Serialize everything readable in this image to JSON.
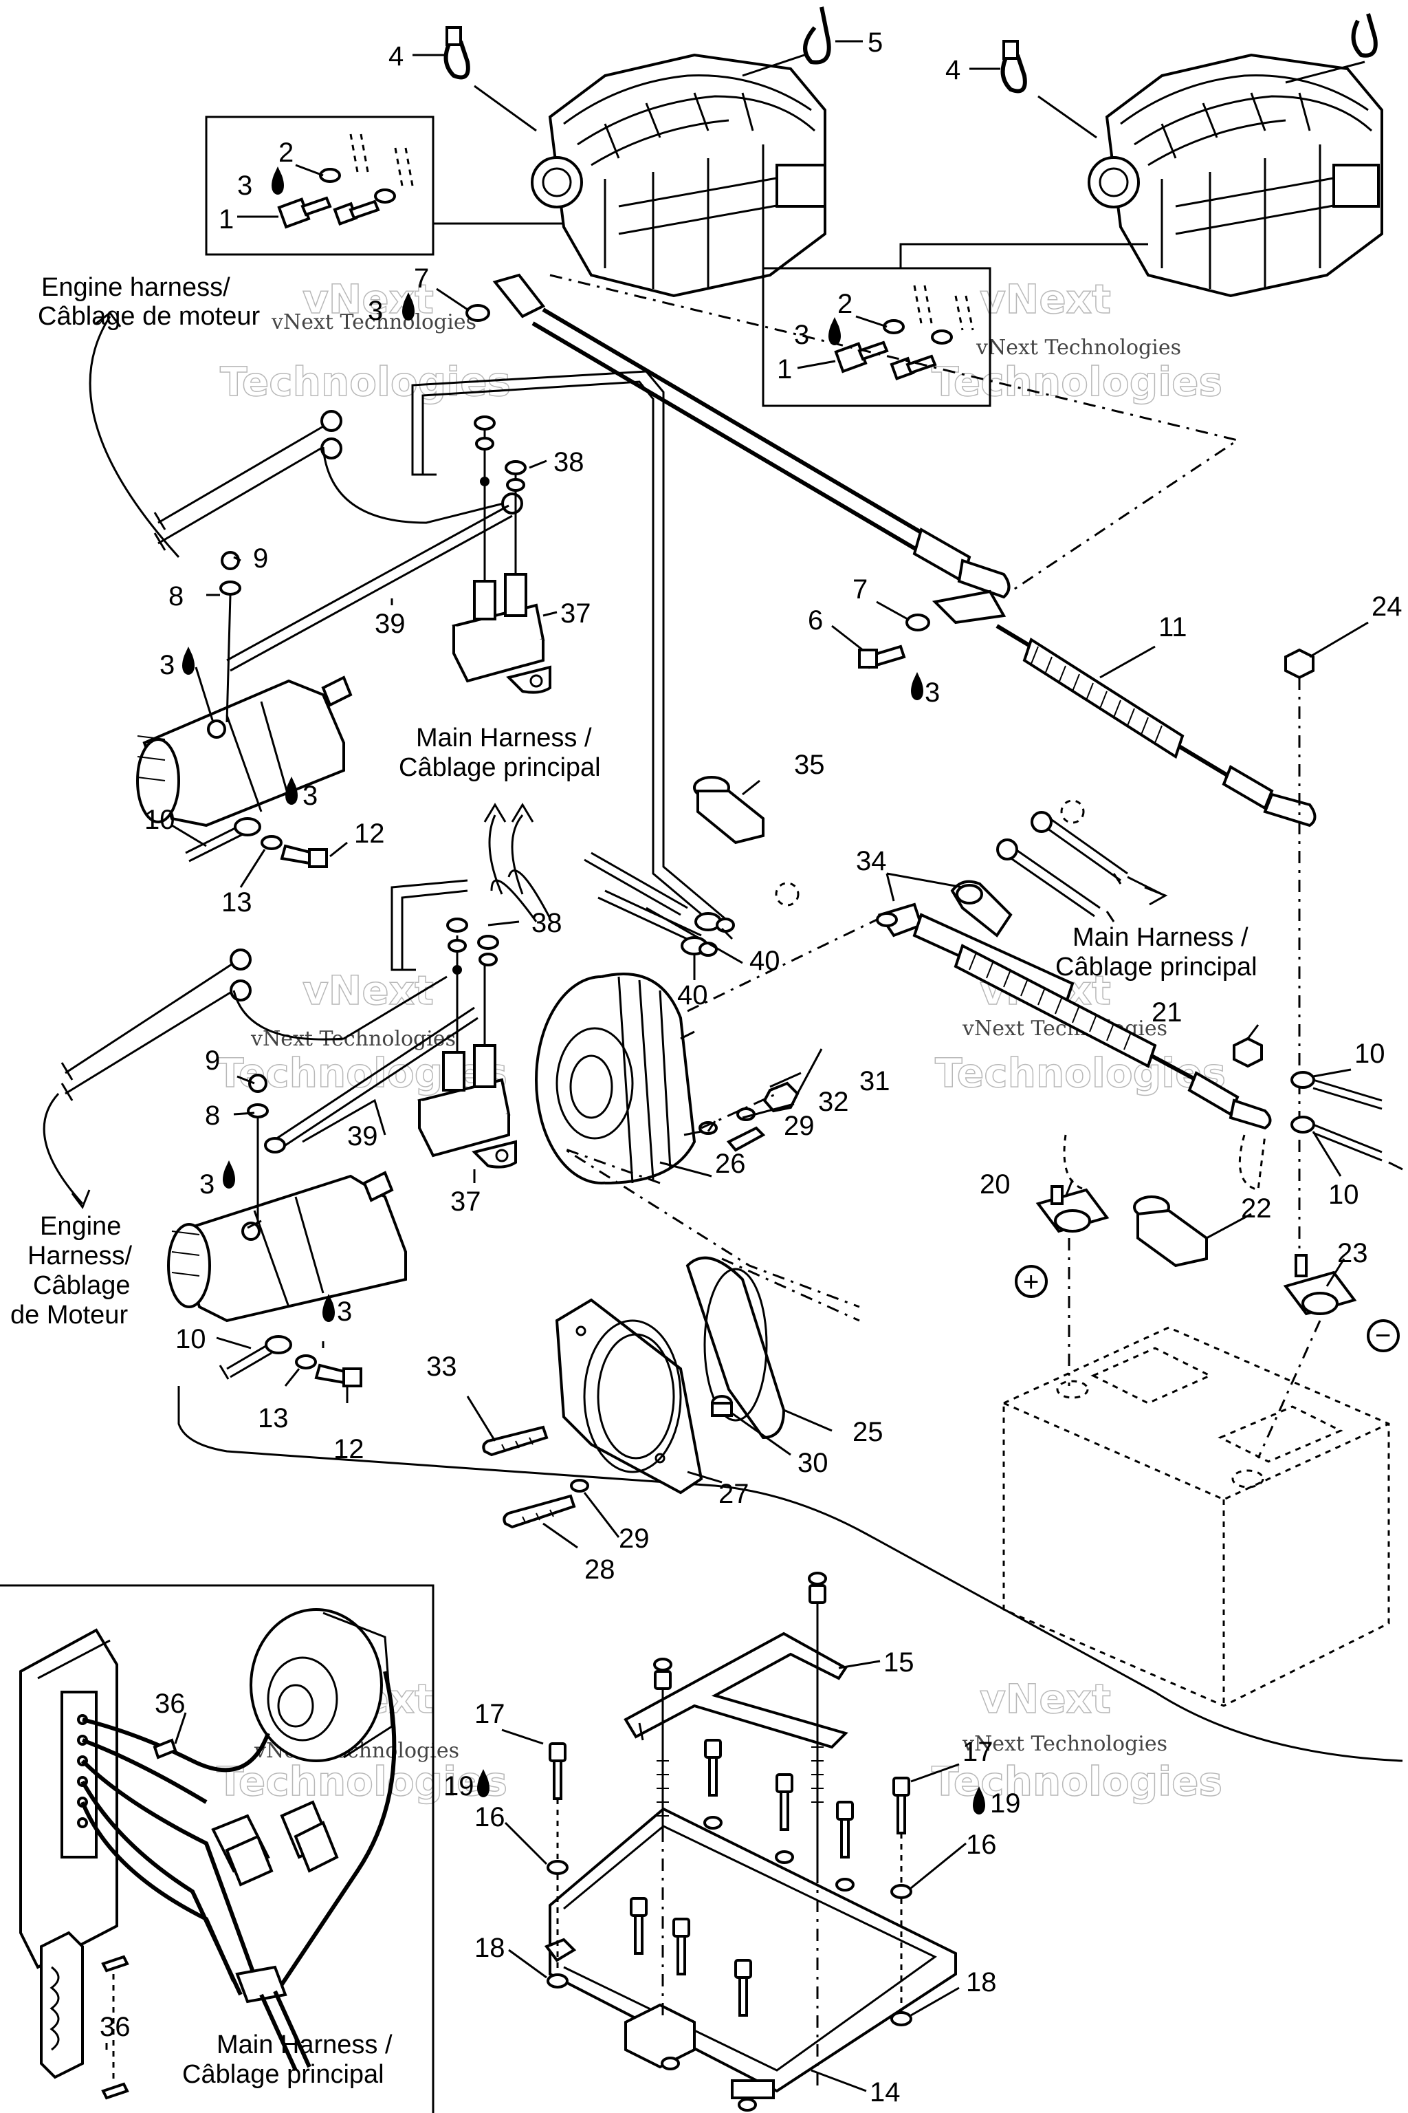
{
  "callouts": {
    "n1a": "1",
    "n2a": "2",
    "n3a": "3",
    "n4a": "4",
    "n5": "5",
    "n3b": "3",
    "n7a": "7",
    "n1b": "1",
    "n2b": "2",
    "n3c": "3",
    "n4b": "4",
    "n38a": "38",
    "n9a": "9",
    "n8a": "8",
    "n37a": "37",
    "n39a": "39",
    "n3d": "3",
    "n7b": "7",
    "n6": "6",
    "n3e": "3",
    "n11": "11",
    "n24": "24",
    "n3f": "3",
    "n10a": "10",
    "n12a": "12",
    "n13a": "13",
    "n35": "35",
    "n34": "34",
    "n38b": "38",
    "n40a": "40",
    "n40b": "40",
    "n21": "21",
    "n10b": "10",
    "n10c": "10",
    "n9b": "9",
    "n8b": "8",
    "n39b": "39",
    "n37b": "37",
    "n31": "31",
    "n32": "32",
    "n29a": "29",
    "n26": "26",
    "n3g": "3",
    "n20": "20",
    "n22": "22",
    "n23": "23",
    "n3h": "3",
    "n10d": "10",
    "n13b": "13",
    "n12b": "12",
    "n33": "33",
    "n25": "25",
    "n30": "30",
    "n27": "27",
    "n29b": "29",
    "n28": "28",
    "n36a": "36",
    "n36b": "36",
    "n15": "15",
    "n17a": "17",
    "n17b": "17",
    "n19a": "19",
    "n19b": "19",
    "n16a": "16",
    "n16b": "16",
    "n18a": "18",
    "n18b": "18",
    "n14": "14"
  },
  "labels": {
    "engine_harness_top_1": "Engine harness/",
    "engine_harness_top_2": "Câblage de moteur",
    "main_harness_mid_1": "Main Harness /",
    "main_harness_mid_2": "Câblage principal",
    "main_harness_right_1": "Main Harness /",
    "main_harness_right_2": "Câblage principal",
    "engine_harness_left_1": "Engine",
    "engine_harness_left_2": "Harness/",
    "engine_harness_left_3": "Câblage",
    "engine_harness_left_4": "de Moteur",
    "main_harness_bottom_1": "Main Harness /",
    "main_harness_bottom_2": "Câblage principal"
  },
  "symbols": {
    "plus": "+",
    "minus": "−"
  },
  "watermark": {
    "line1": "vNext",
    "line2": "Technologies",
    "small": "vNext Technologies"
  }
}
